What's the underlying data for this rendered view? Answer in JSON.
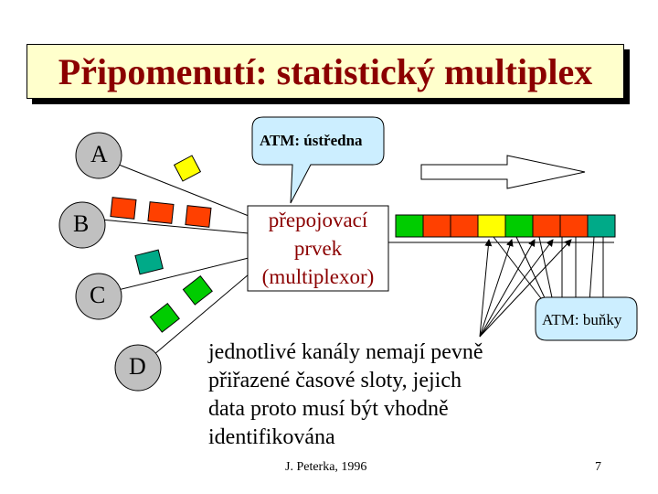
{
  "slide": {
    "title": "Připomenutí: statistický multiplex",
    "nodes": [
      "A",
      "B",
      "C",
      "D"
    ],
    "callout_exchange": "ATM: ústředna",
    "multiplexor_lines": [
      "přepojovací",
      "prvek",
      "(multiplexor)"
    ],
    "callout_cells": "ATM: buňky",
    "body_lines": [
      "jednotlivé kanály nemají pevně",
      "přiřazené časové sloty, jejich",
      "data proto musí být vhodně",
      "identifikována"
    ],
    "footer_author": "J. Peterka, 1996",
    "page_number": "7"
  },
  "colors": {
    "title_bg": "#ffffcc",
    "title_text": "#8b0000",
    "node_fill": "#c0c0c0",
    "red_cell": "#ff4000",
    "green_cell": "#00cc00",
    "yellow_cell": "#ffff00",
    "teal_cell": "#00aa88",
    "callout_bg": "#cceeff"
  }
}
